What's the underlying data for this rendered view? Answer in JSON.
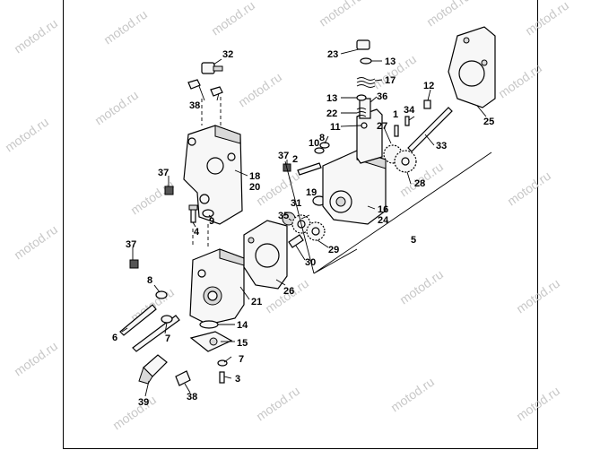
{
  "watermark": "motod.ru",
  "callouts": [
    {
      "id": "c-32",
      "text": "32"
    },
    {
      "id": "c-38a",
      "text": "38"
    },
    {
      "id": "c-18",
      "text": "18"
    },
    {
      "id": "c-20",
      "text": "20"
    },
    {
      "id": "c-37a",
      "text": "37"
    },
    {
      "id": "c-9",
      "text": "9"
    },
    {
      "id": "c-4",
      "text": "4"
    },
    {
      "id": "c-37b",
      "text": "37"
    },
    {
      "id": "c-8a",
      "text": "8"
    },
    {
      "id": "c-6",
      "text": "6"
    },
    {
      "id": "c-7a",
      "text": "7"
    },
    {
      "id": "c-21",
      "text": "21"
    },
    {
      "id": "c-14",
      "text": "14"
    },
    {
      "id": "c-15",
      "text": "15"
    },
    {
      "id": "c-7b",
      "text": "7"
    },
    {
      "id": "c-3",
      "text": "3"
    },
    {
      "id": "c-39",
      "text": "39"
    },
    {
      "id": "c-38b",
      "text": "38"
    },
    {
      "id": "c-26",
      "text": "26"
    },
    {
      "id": "c-23",
      "text": "23"
    },
    {
      "id": "c-13a",
      "text": "13"
    },
    {
      "id": "c-17",
      "text": "17"
    },
    {
      "id": "c-13b",
      "text": "13"
    },
    {
      "id": "c-36",
      "text": "36"
    },
    {
      "id": "c-22",
      "text": "22"
    },
    {
      "id": "c-11",
      "text": "11"
    },
    {
      "id": "c-8b",
      "text": "8"
    },
    {
      "id": "c-10",
      "text": "10"
    },
    {
      "id": "c-37c",
      "text": "37"
    },
    {
      "id": "c-2",
      "text": "2"
    },
    {
      "id": "c-19",
      "text": "19"
    },
    {
      "id": "c-31",
      "text": "31"
    },
    {
      "id": "c-35",
      "text": "35"
    },
    {
      "id": "c-16",
      "text": "16"
    },
    {
      "id": "c-24",
      "text": "24"
    },
    {
      "id": "c-29",
      "text": "29"
    },
    {
      "id": "c-30",
      "text": "30"
    },
    {
      "id": "c-5",
      "text": "5"
    },
    {
      "id": "c-12",
      "text": "12"
    },
    {
      "id": "c-1",
      "text": "1"
    },
    {
      "id": "c-34",
      "text": "34"
    },
    {
      "id": "c-27",
      "text": "27"
    },
    {
      "id": "c-33",
      "text": "33"
    },
    {
      "id": "c-28",
      "text": "28"
    },
    {
      "id": "c-25",
      "text": "25"
    }
  ]
}
